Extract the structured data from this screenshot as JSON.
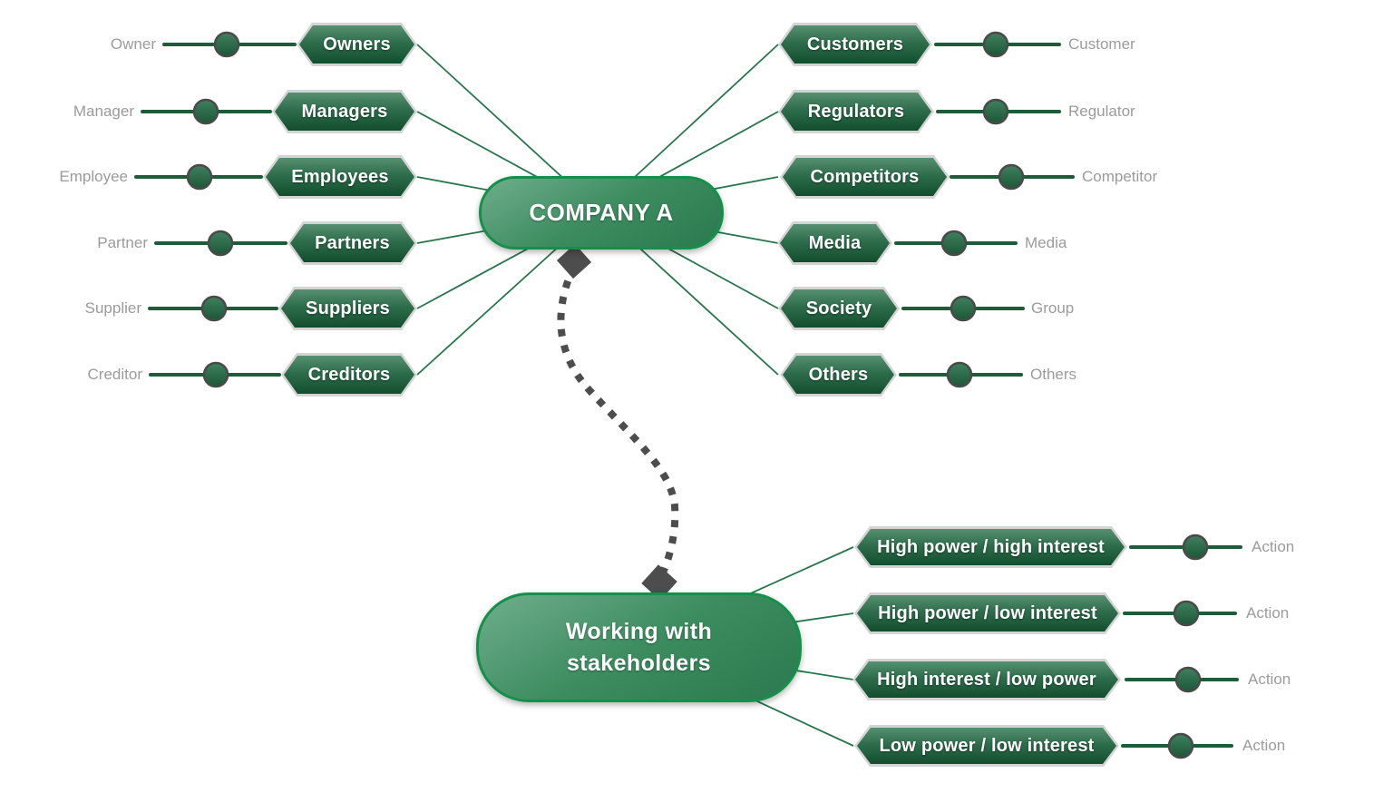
{
  "root": {
    "label": "COMPANY A"
  },
  "secondary_root": {
    "label": "Working with stakeholders"
  },
  "left_branches": [
    {
      "node": "Owners",
      "leaf": "Owner"
    },
    {
      "node": "Managers",
      "leaf": "Manager"
    },
    {
      "node": "Employees",
      "leaf": "Employee"
    },
    {
      "node": "Partners",
      "leaf": "Partner"
    },
    {
      "node": "Suppliers",
      "leaf": "Supplier"
    },
    {
      "node": "Creditors",
      "leaf": "Creditor"
    }
  ],
  "right_branches": [
    {
      "node": "Customers",
      "leaf": "Customer"
    },
    {
      "node": "Regulators",
      "leaf": "Regulator"
    },
    {
      "node": "Competitors",
      "leaf": "Competitor"
    },
    {
      "node": "Media",
      "leaf": "Media"
    },
    {
      "node": "Society",
      "leaf": "Group"
    },
    {
      "node": "Others",
      "leaf": "Others"
    }
  ],
  "strategy_branches": [
    {
      "node": "High power / high interest",
      "leaf": "Action"
    },
    {
      "node": "High power / low interest",
      "leaf": "Action"
    },
    {
      "node": "High interest / low power",
      "leaf": "Action"
    },
    {
      "node": "Low power / low interest",
      "leaf": "Action"
    }
  ],
  "colors": {
    "branch_line": "#1d5c38",
    "fan_line": "#27764c",
    "hex_border": "#d4d4d4",
    "hex_fill_top": "#579070",
    "hex_fill_bottom": "#124e2e",
    "pill_border": "#13904a",
    "pill_fill": "#3d8c60",
    "leaf_text": "#9b9b9b",
    "dashed_link": "#4d4d4d",
    "node_text": "#ffffff"
  }
}
